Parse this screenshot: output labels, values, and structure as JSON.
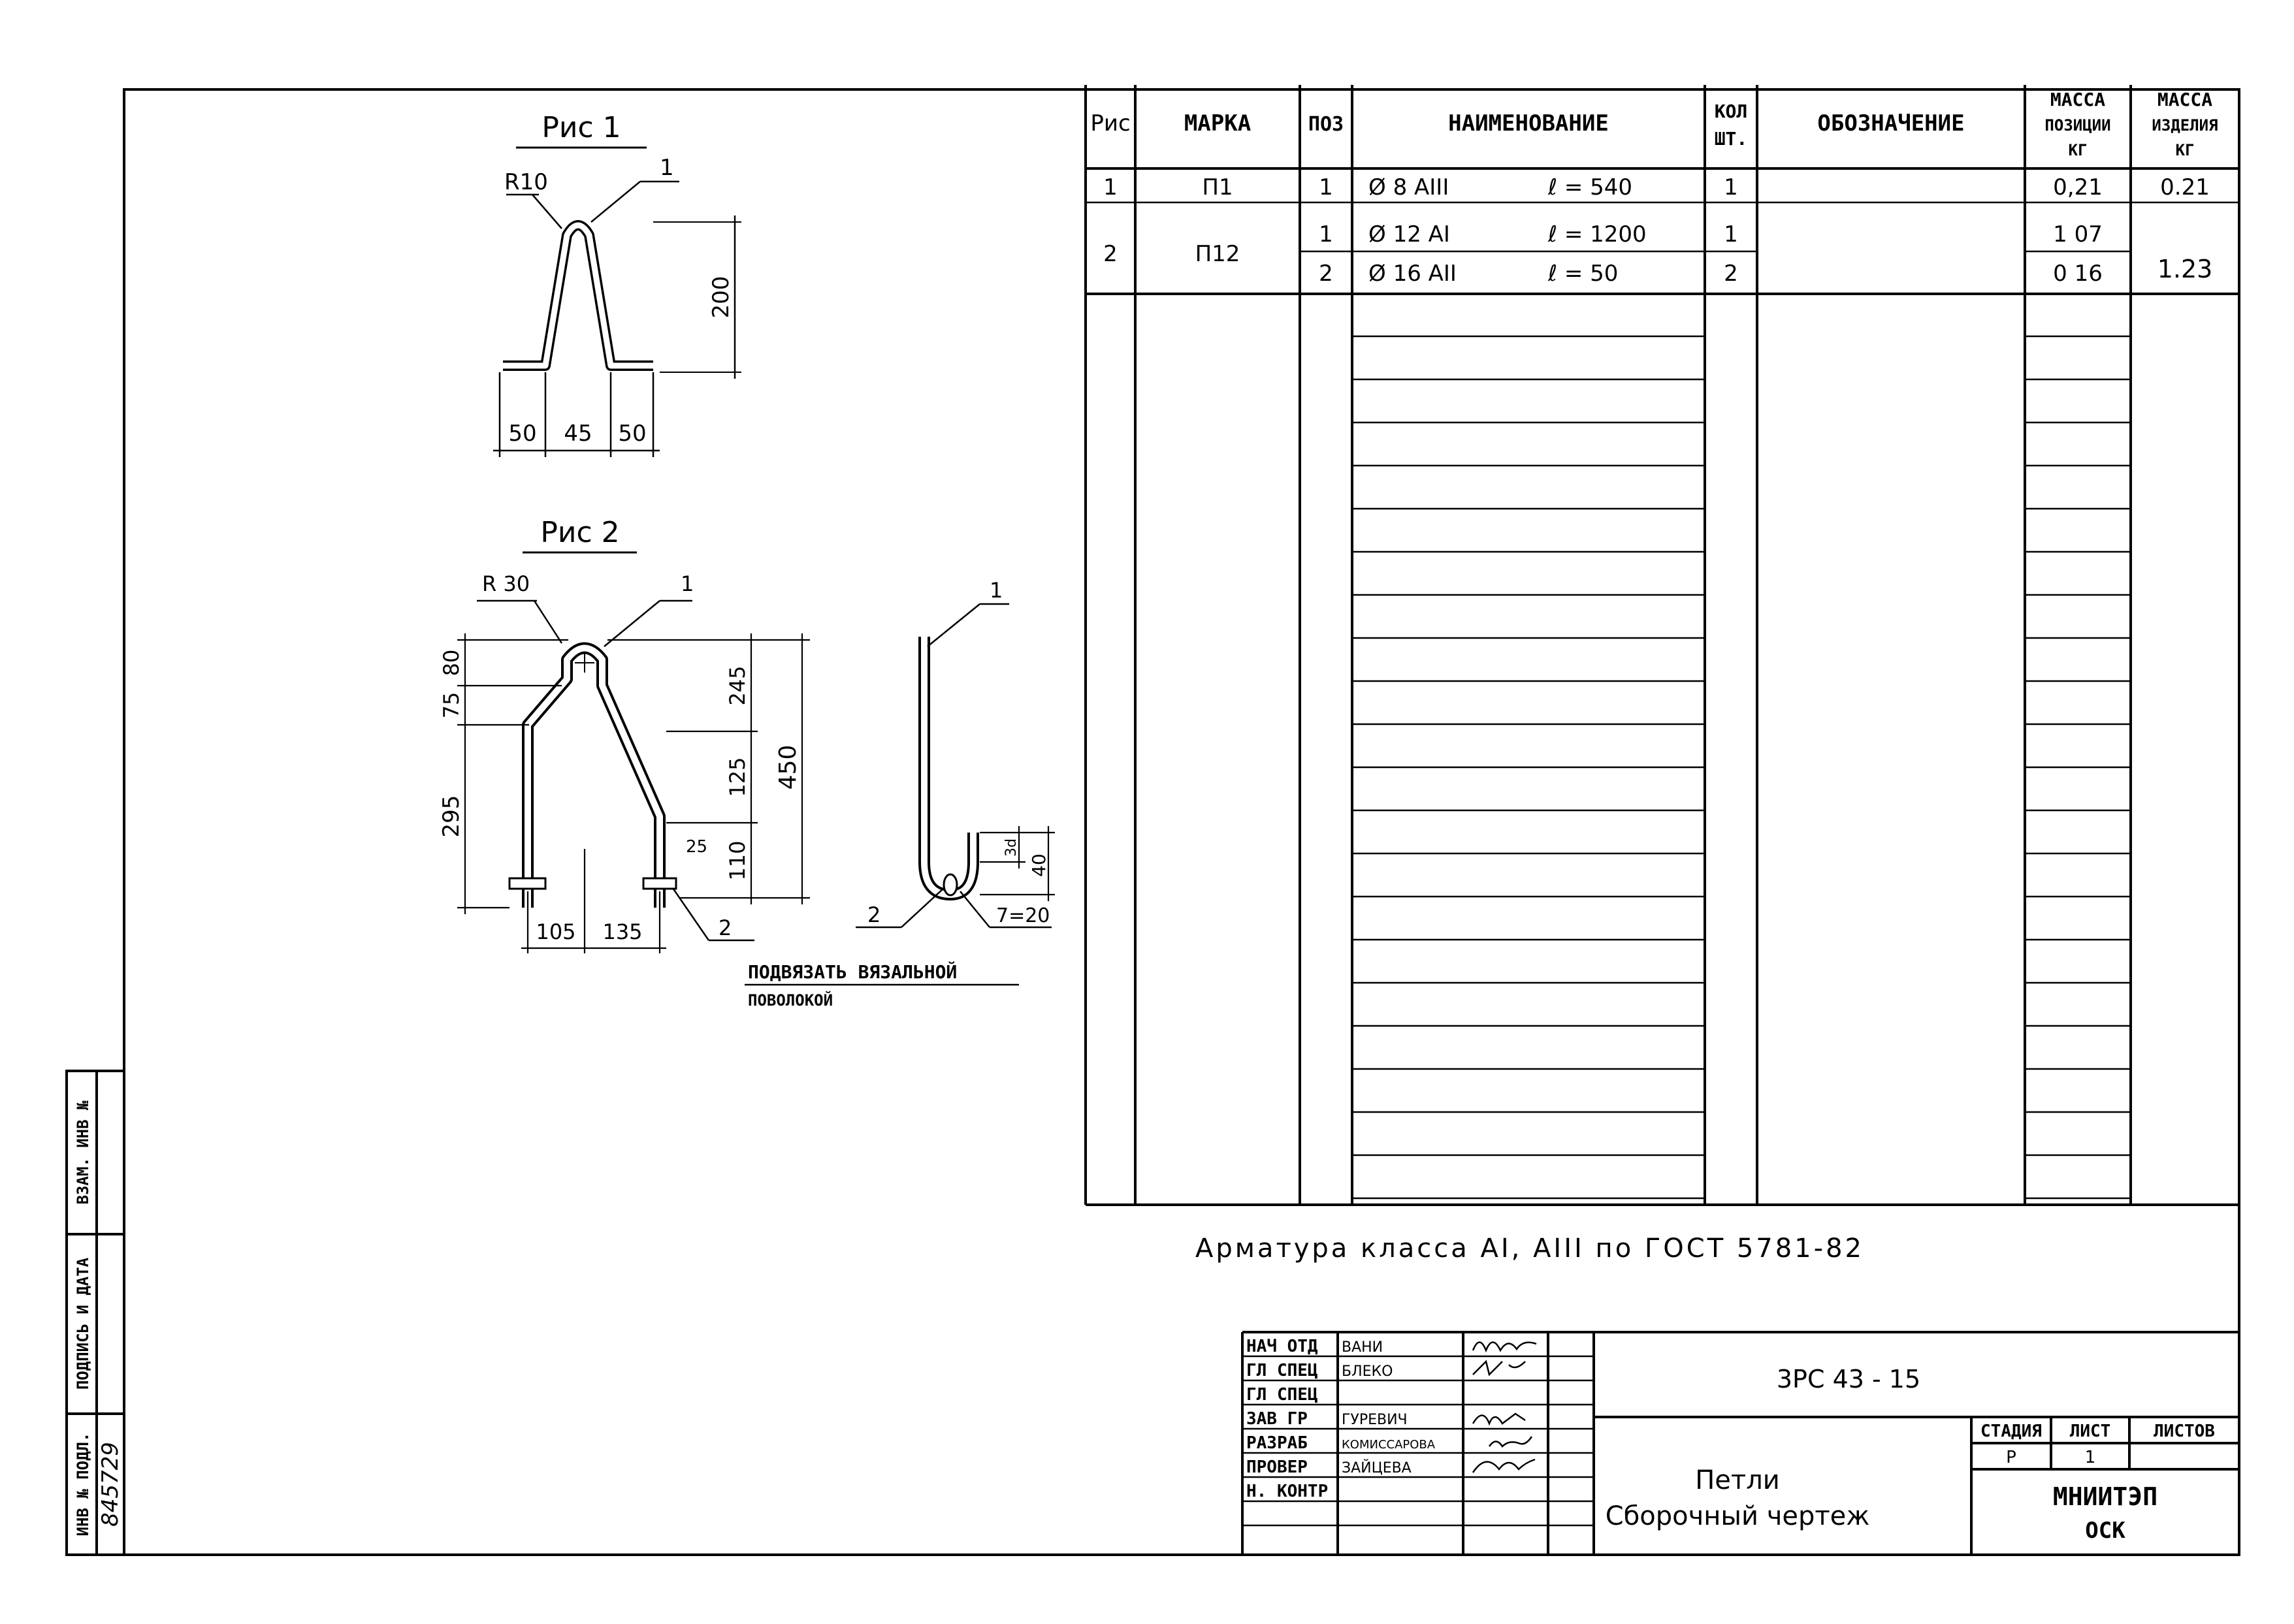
{
  "figures": {
    "fig1": {
      "title": "Рис 1",
      "radius": "R10",
      "pos": "1",
      "height": "200",
      "dims": [
        "50",
        "45",
        "50"
      ]
    },
    "fig2": {
      "title": "Рис 2",
      "radius": "R 30",
      "pos": "1",
      "left_dims": [
        "80",
        "75",
        "295"
      ],
      "right_dims": [
        "245",
        "125",
        "110",
        "450"
      ],
      "small": "25",
      "bottom_dims": [
        "105",
        "135"
      ],
      "pos2": "2",
      "note_line1": "ПОДВЯЗАТЬ ВЯЗАЛЬНОЙ",
      "note_line2": "ПОВОЛОКОЙ"
    },
    "fig2_side": {
      "pos1": "1",
      "pos2": "2",
      "dim_3d": "3d",
      "dim_40": "40",
      "weld": "7=20"
    }
  },
  "spec": {
    "headers": {
      "fig": "Рис",
      "mark": "МАРКА",
      "pos": "ПОЗ",
      "name": "НАИМЕНОВАНИЕ",
      "qty1": "КОЛ",
      "qty2": "ШТ.",
      "designation": "ОБОЗНАЧЕНИЕ",
      "mass_pos1": "МАССА",
      "mass_pos2": "ПОЗИЦИИ",
      "mass_pos3": "КГ",
      "mass_item1": "МАССА",
      "mass_item2": "ИЗДЕЛИЯ",
      "mass_item3": "КГ"
    },
    "rows": [
      {
        "fig": "1",
        "mark": "П1",
        "pos": "1",
        "name": "Ø 8 АIII",
        "length": "ℓ = 540",
        "qty": "1",
        "mass_pos": "0,21",
        "mass_item": "0.21"
      },
      {
        "fig": "2",
        "mark": "П12",
        "pos": "1",
        "name": "Ø 12 АI",
        "length": "ℓ = 1200",
        "qty": "1",
        "mass_pos": "1 07",
        "mass_item": ""
      },
      {
        "fig": "",
        "mark": "",
        "pos": "2",
        "name": "Ø 16 АII",
        "length": "ℓ = 50",
        "qty": "2",
        "mass_pos": "0 16",
        "mass_item": "1.23"
      }
    ]
  },
  "note": "Арматура класса АI, АIII по ГОСТ 5781-82",
  "title_block": {
    "roles": [
      "НАЧ ОТД",
      "ГЛ СПЕЦ",
      "ГЛ СПЕЦ",
      "ЗАВ ГР",
      "РАЗРАБ",
      "ПРОВЕР",
      "Н. КОНТР"
    ],
    "names": [
      "ВАНИ",
      "БЛЕКО",
      "",
      "ГУРЕВИЧ",
      "КОМИССАРОВА",
      "ЗАЙЦЕВА",
      ""
    ],
    "code": "3РС 43 - 15",
    "title_line1": "Петли",
    "title_line2": "Сборочный чертеж",
    "stage_label": "СТАДИЯ",
    "sheet_label": "ЛИСТ",
    "sheets_label": "ЛИСТОВ",
    "stage": "Р",
    "sheet": "1",
    "org1": "МНИИТЭП",
    "org2": "ОСК"
  },
  "side_stamp": {
    "labels": [
      "ИНВ № ПОДЛ.",
      "ПОДПИСЬ И ДАТА",
      "ВЗАМ. ИНВ №"
    ],
    "inv": "845729"
  }
}
